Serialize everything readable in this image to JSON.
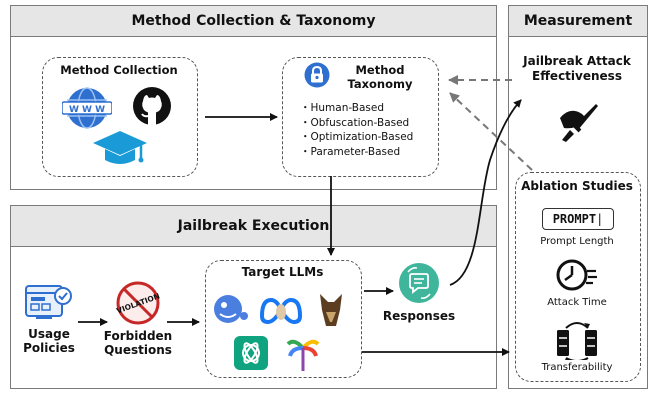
{
  "panels": {
    "taxonomy": {
      "title": "Method Collection & Taxonomy"
    },
    "execution": {
      "title": "Jailbreak Execution"
    },
    "measurement": {
      "title": "Measurement"
    }
  },
  "method_collection": {
    "title": "Method Collection",
    "icons": [
      "www-globe-icon",
      "github-icon",
      "graduation-cap-icon"
    ],
    "globe_text": "W W W"
  },
  "method_taxonomy": {
    "title_line1": "Method",
    "title_line2": "Taxonomy",
    "icon": "lock-icon",
    "items": [
      "Human-Based",
      "Obfuscation-Based",
      "Optimization-Based",
      "Parameter-Based"
    ]
  },
  "jailbreak_effectiveness": {
    "line1": "Jailbreak Attack",
    "line2": "Effectiveness",
    "icon": "sword-shield-icon"
  },
  "ablation": {
    "title": "Ablation Studies",
    "prompt_icon_text": "PROMPT",
    "items": [
      {
        "label": "Prompt Length",
        "icon": "prompt-icon"
      },
      {
        "label": "Attack Time",
        "icon": "clock-icon"
      },
      {
        "label": "Transferability",
        "icon": "transfer-icon"
      }
    ]
  },
  "execution": {
    "usage_line1": "Usage",
    "usage_line2": "Policies",
    "forbidden_line1": "Forbidden",
    "forbidden_line2": "Questions",
    "violation_text": "VIOLATION",
    "target_title": "Target LLMs",
    "llm_icons": [
      "vicuna-logo-icon",
      "meta-llama-icon",
      "dog-logo-icon",
      "openai-logo-icon",
      "palm-tree-icon"
    ],
    "responses": "Responses"
  },
  "colors": {
    "panel_header": "#e6e6e6",
    "blue": "#2f6fd0",
    "teal": "#3fb59c",
    "red": "#c62828",
    "dark": "#111111"
  }
}
